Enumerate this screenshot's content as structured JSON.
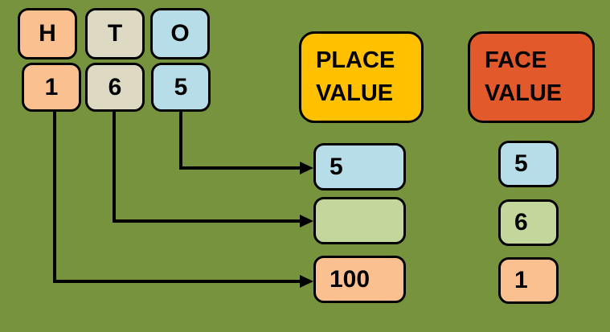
{
  "background_color": "#78933D",
  "outline_color": "#000000",
  "hto_table": {
    "headers": [
      {
        "label": "H",
        "color": "#FAC090"
      },
      {
        "label": "T",
        "color": "#DDD9C3"
      },
      {
        "label": "O",
        "color": "#B7DEE8"
      }
    ],
    "digits": [
      {
        "label": "1",
        "color": "#FAC090"
      },
      {
        "label": "6",
        "color": "#DDD9C3"
      },
      {
        "label": "5",
        "color": "#B7DEE8"
      }
    ]
  },
  "place_value": {
    "title_line1": "PLACE",
    "title_line2": "VALUE",
    "title_color": "#FFC000",
    "items": [
      {
        "value": "5",
        "color": "#B7DEE8"
      },
      {
        "value": "",
        "color": "#C3D69B"
      },
      {
        "value": "100",
        "color": "#FAC090"
      }
    ]
  },
  "face_value": {
    "title_line1": "FACE",
    "title_line2": "VALUE",
    "title_color": "#E2592B",
    "items": [
      {
        "value": "5",
        "color": "#B7DEE8"
      },
      {
        "value": "6",
        "color": "#C3D69B"
      },
      {
        "value": "1",
        "color": "#FAC090"
      }
    ]
  }
}
